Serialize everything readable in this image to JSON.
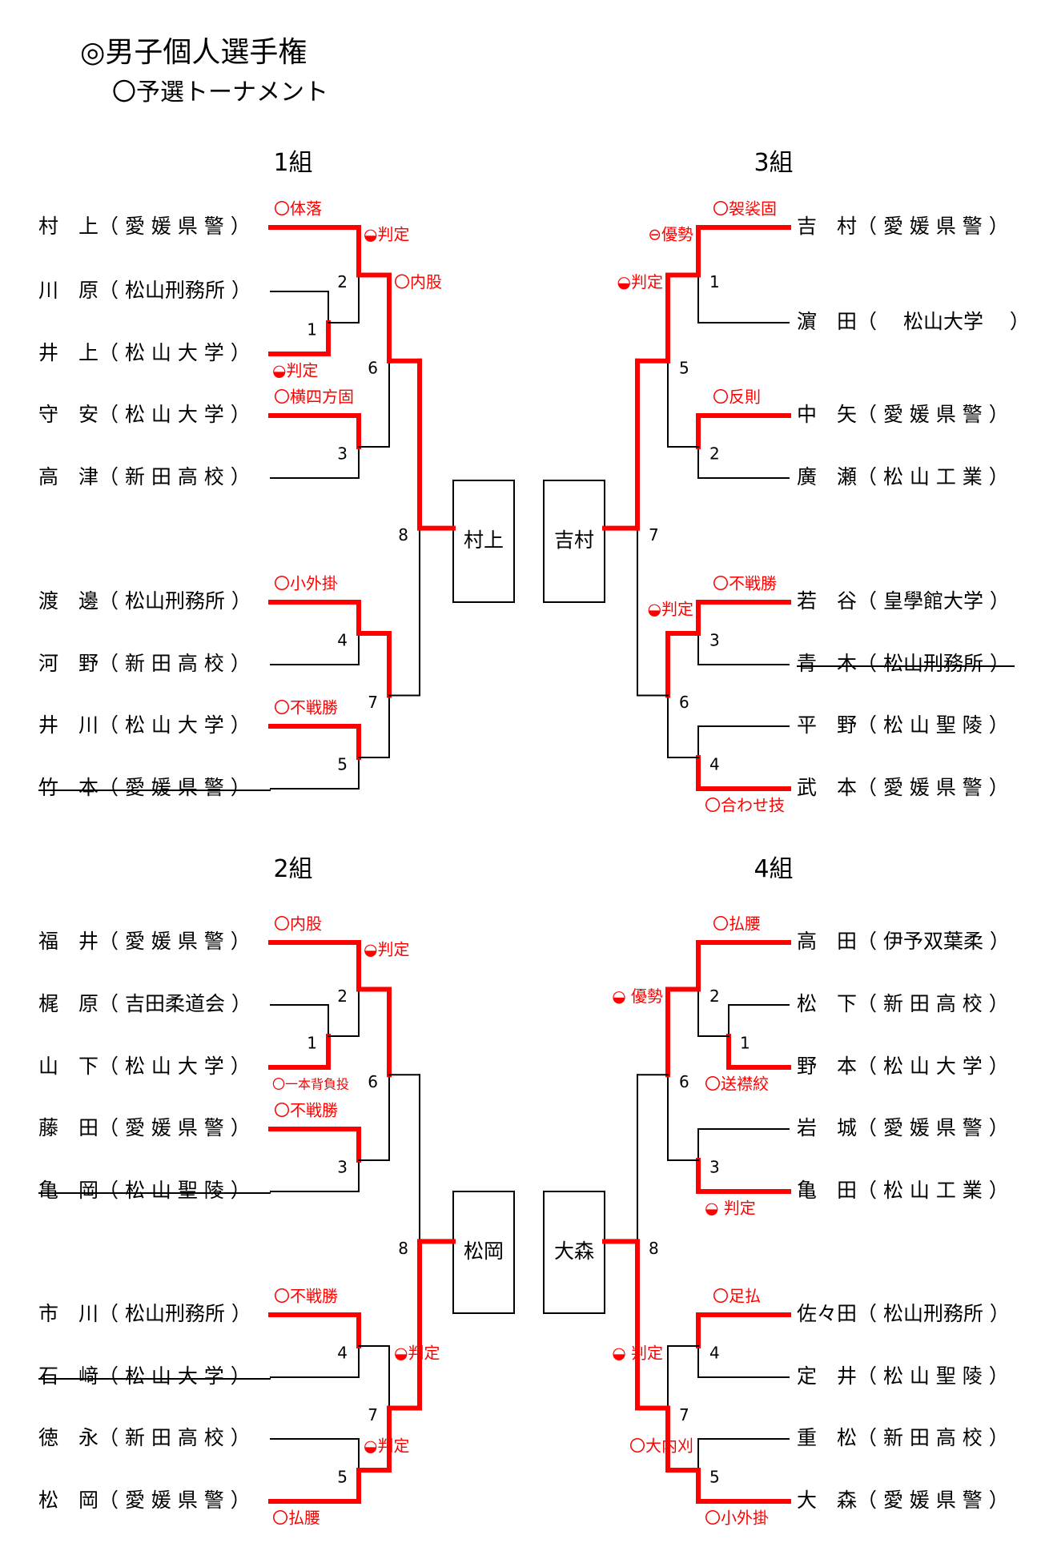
{
  "title": "◎男子個人選手権",
  "subtitle": "〇予選トーナメント",
  "colors": {
    "win": "#ff0000",
    "line": "#000000"
  },
  "groups": [
    {
      "label": "1組",
      "side": "left",
      "winner": "村上",
      "players": [
        {
          "name": "村　上",
          "team": "愛 媛 県 警",
          "forfeit": false
        },
        {
          "name": "川　原",
          "team": "松山刑務所",
          "forfeit": false
        },
        {
          "name": "井　上",
          "team": "松 山 大 学",
          "forfeit": false
        },
        {
          "name": "守　安",
          "team": "松 山 大 学",
          "forfeit": false
        },
        {
          "name": "高　津",
          "team": "新 田 高 校",
          "forfeit": false
        },
        {
          "name": "渡　邊",
          "team": "松山刑務所",
          "forfeit": false
        },
        {
          "name": "河　野",
          "team": "新 田 高 校",
          "forfeit": false
        },
        {
          "name": "井　川",
          "team": "松 山 大 学",
          "forfeit": false
        },
        {
          "name": "竹　本",
          "team": "愛 媛 県 警",
          "forfeit": true
        }
      ],
      "matches": [
        {
          "num": "1",
          "win": "bottom"
        },
        {
          "num": "2",
          "win": "top"
        },
        {
          "num": "3",
          "win": "top"
        },
        {
          "num": "4",
          "win": "top"
        },
        {
          "num": "5",
          "win": "top"
        },
        {
          "num": "6",
          "win": "top"
        },
        {
          "num": "7",
          "win": "top"
        },
        {
          "num": "8",
          "win": "top"
        }
      ],
      "techniques": [
        {
          "text": "〇体落",
          "at": "p0"
        },
        {
          "text": "◒判定",
          "at": "m2"
        },
        {
          "text": "◒判定",
          "at": "pbelow2"
        },
        {
          "text": "〇横四方固",
          "at": "p3"
        },
        {
          "text": "〇内股",
          "at": "m6"
        },
        {
          "text": "〇小外掛",
          "at": "p5"
        },
        {
          "text": "〇不戦勝",
          "at": "p7"
        }
      ]
    },
    {
      "label": "3組",
      "side": "right",
      "winner": "吉村",
      "players": [
        {
          "name": "吉　村",
          "team": "愛 媛 県 警",
          "forfeit": false
        },
        {
          "name": "濵　田",
          "team": "　松山大学　",
          "forfeit": false
        },
        {
          "name": "中　矢",
          "team": "愛 媛 県 警",
          "forfeit": false
        },
        {
          "name": "廣　瀬",
          "team": "松 山 工 業",
          "forfeit": false
        },
        {
          "name": "若　谷",
          "team": "皇學館大学",
          "forfeit": false
        },
        {
          "name": "青　木",
          "team": "松山刑務所",
          "forfeit": true
        },
        {
          "name": "平　野",
          "team": "松 山 聖 陵",
          "forfeit": false
        },
        {
          "name": "武　本",
          "team": "愛 媛 県 警",
          "forfeit": false
        }
      ],
      "matches": [
        {
          "num": "1",
          "win": "top"
        },
        {
          "num": "2",
          "win": "top"
        },
        {
          "num": "3",
          "win": "top"
        },
        {
          "num": "4",
          "win": "bottom"
        },
        {
          "num": "5",
          "win": "top"
        },
        {
          "num": "6",
          "win": "top"
        },
        {
          "num": "7",
          "win": "top"
        }
      ],
      "techniques": [
        {
          "text": "〇袈裟固",
          "at": "p0"
        },
        {
          "text": "⊖優勢",
          "at": "m1"
        },
        {
          "text": "◒判定",
          "at": "m5"
        },
        {
          "text": "〇反則",
          "at": "p2"
        },
        {
          "text": "〇不戦勝",
          "at": "p4"
        },
        {
          "text": "◒判定",
          "at": "m3"
        },
        {
          "text": "〇合わせ技",
          "at": "pbelow7"
        }
      ]
    },
    {
      "label": "2組",
      "side": "left",
      "winner": "松岡",
      "players": [
        {
          "name": "福　井",
          "team": "愛 媛 県 警",
          "forfeit": false
        },
        {
          "name": "梶　原",
          "team": "吉田柔道会",
          "forfeit": false
        },
        {
          "name": "山　下",
          "team": "松 山 大 学",
          "forfeit": false
        },
        {
          "name": "藤　田",
          "team": "愛 媛 県 警",
          "forfeit": false
        },
        {
          "name": "亀　岡",
          "team": "松 山 聖 陵",
          "forfeit": true
        },
        {
          "name": "市　川",
          "team": "松山刑務所",
          "forfeit": false
        },
        {
          "name": "石　﨑",
          "team": "松 山 大 学",
          "forfeit": true
        },
        {
          "name": "徳　永",
          "team": "新 田 高 校",
          "forfeit": false
        },
        {
          "name": "松　岡",
          "team": "愛 媛 県 警",
          "forfeit": false
        }
      ],
      "matches": [
        {
          "num": "1",
          "win": "bottom"
        },
        {
          "num": "2",
          "win": "top"
        },
        {
          "num": "3",
          "win": "top"
        },
        {
          "num": "4",
          "win": "top"
        },
        {
          "num": "5",
          "win": "bottom"
        },
        {
          "num": "6",
          "win": "top"
        },
        {
          "num": "7",
          "win": "bottom"
        },
        {
          "num": "8",
          "win": "bottom"
        }
      ],
      "techniques": [
        {
          "text": "〇内股",
          "at": "p0"
        },
        {
          "text": "◒判定",
          "at": "m2"
        },
        {
          "text": "〇一本背負投",
          "at": "pbelow2",
          "small": true
        },
        {
          "text": "〇不戦勝",
          "at": "p3"
        },
        {
          "text": "〇不戦勝",
          "at": "p5"
        },
        {
          "text": "◒判定",
          "at": "m7"
        },
        {
          "text": "◒判定",
          "at": "m5"
        },
        {
          "text": "〇払腰",
          "at": "pbelow8"
        }
      ]
    },
    {
      "label": "4組",
      "side": "right",
      "winner": "大森",
      "players": [
        {
          "name": "高　田",
          "team": "伊予双葉柔",
          "forfeit": false
        },
        {
          "name": "松　下",
          "team": "新 田 高 校",
          "forfeit": false
        },
        {
          "name": "野　本",
          "team": "松 山 大 学",
          "forfeit": false
        },
        {
          "name": "岩　城",
          "team": "愛 媛 県 警",
          "forfeit": false
        },
        {
          "name": "亀　田",
          "team": "松 山 工 業",
          "forfeit": false
        },
        {
          "name": "佐々田",
          "team": "松山刑務所",
          "forfeit": false
        },
        {
          "name": "定　井",
          "team": "松 山 聖 陵",
          "forfeit": false
        },
        {
          "name": "重　松",
          "team": "新 田 高 校",
          "forfeit": false
        },
        {
          "name": "大　森",
          "team": "愛 媛 県 警",
          "forfeit": false
        }
      ],
      "matches": [
        {
          "num": "1",
          "win": "bottom"
        },
        {
          "num": "2",
          "win": "top"
        },
        {
          "num": "3",
          "win": "bottom"
        },
        {
          "num": "4",
          "win": "top"
        },
        {
          "num": "5",
          "win": "bottom"
        },
        {
          "num": "6",
          "win": "top"
        },
        {
          "num": "7",
          "win": "bottom"
        },
        {
          "num": "8",
          "win": "bottom"
        }
      ],
      "techniques": [
        {
          "text": "〇払腰",
          "at": "p0"
        },
        {
          "text": "◒ 優勢",
          "at": "m6"
        },
        {
          "text": "〇送襟絞",
          "at": "pbelow2"
        },
        {
          "text": "◒ 判定",
          "at": "pbelow4"
        },
        {
          "text": "〇足払",
          "at": "p5"
        },
        {
          "text": "◒ 判定",
          "at": "m7"
        },
        {
          "text": "〇大内刈",
          "at": "m5"
        },
        {
          "text": "〇小外掛",
          "at": "pbelow8"
        }
      ]
    }
  ]
}
